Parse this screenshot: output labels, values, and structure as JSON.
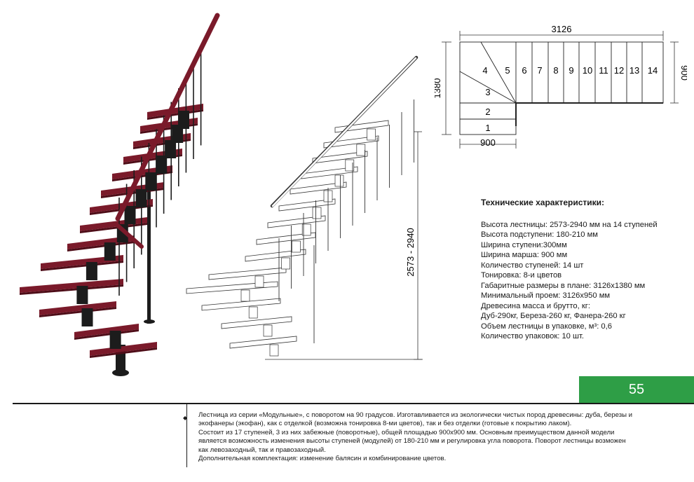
{
  "plan": {
    "total_length": "3126",
    "total_width": "1380",
    "march_width": "900",
    "landing_size": "900",
    "step_numbers": [
      "1",
      "2",
      "3",
      "4",
      "5",
      "6",
      "7",
      "8",
      "9",
      "10",
      "11",
      "12",
      "13",
      "14"
    ]
  },
  "drawing": {
    "height_dimension": "2573 - 2940"
  },
  "specs": {
    "title": "Технические характеристики:",
    "lines": [
      "Высота лестницы: 2573-2940 мм на 14 ступеней",
      "Высота подступени: 180-210 мм",
      "Ширина ступени:300мм",
      "Ширина марша: 900 мм",
      "Количество ступеней: 14 шт",
      "Тонировка: 8-и цветов",
      "Габаритные размеры в плане: 3126х1380 мм",
      "Минимальный проем: 3126х950 мм",
      "Древесина масса и брутто, кг:",
      "Дуб-290кг, Береза-260 кг, Фанера-260 кг",
      "Объем лестницы в упаковке, м³: 0,6",
      "Количество упаковок: 10 шт."
    ]
  },
  "page_number": "55",
  "description": [
    "Лестница из серии «Модульные», с поворотом на 90 градусов. Изготавливается из экологически чистых пород древесины: дуба, березы и",
    "экофанеры (экофан), как с отделкой (возможна тонировка 8-ми цветов), так и без отделки (готовые к покрытию лаком).",
    "Состоит из 17 ступеней, 3 из них забежные (поворотные), общей площадью 900х900 мм. Основным преимуществом данной модели",
    "является возможность изменения высоты ступеней (модулей) от 180-210 мм и регулировка угла поворота. Поворот лестницы возможен",
    "как левозаходный, так и правозаходный.",
    "Дополнительная комплектация: изменение балясин и комбинирование цветов."
  ],
  "colors": {
    "wood": "#7a1a2a",
    "wood_dark": "#4e0d18",
    "metal": "#1c1c1c",
    "accent": "#2e9e46"
  }
}
